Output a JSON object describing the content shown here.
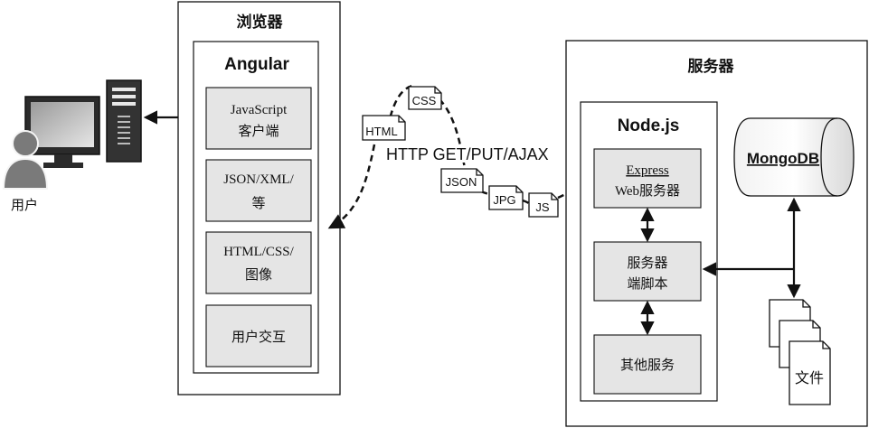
{
  "user": {
    "label": "用户"
  },
  "browser": {
    "title": "浏览器",
    "framework": "Angular",
    "modules": [
      {
        "line1": "JavaScript",
        "line2": "客户端"
      },
      {
        "line1": "JSON/XML/",
        "line2": "等"
      },
      {
        "line1": "HTML/CSS/",
        "line2": "图像"
      },
      {
        "line1": "用户交互",
        "line2": ""
      }
    ]
  },
  "transport": {
    "protocol_label": "HTTP GET/PUT/AJAX",
    "files": [
      "HTML",
      "CSS",
      "JSON",
      "JPG",
      "JS"
    ]
  },
  "server": {
    "title": "服务器",
    "runtime": "Node.js",
    "express": {
      "line1": "Express",
      "line2": "Web服务器"
    },
    "scripts": {
      "line1": "服务器",
      "line2": "端脚本"
    },
    "other": {
      "line1": "其他服务"
    },
    "database": "MongoDB",
    "files_label": "文件"
  }
}
